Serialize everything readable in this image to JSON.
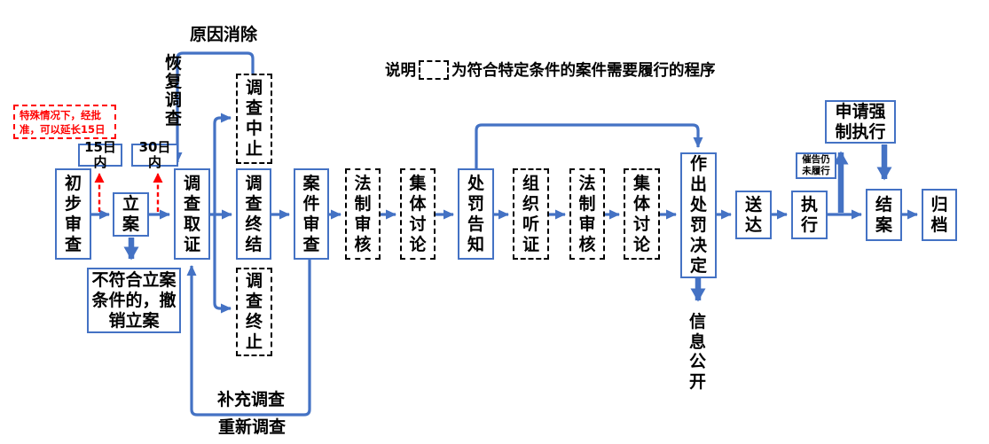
{
  "legend": {
    "label": "说明",
    "swatch": "dashed-box",
    "text": "为符合特定条件的案件需要履行的程序"
  },
  "flow": {
    "main": [
      {
        "id": "preliminary-review",
        "label": "初步审查",
        "conditional": false
      },
      {
        "id": "case-filing",
        "label": "立案",
        "conditional": false
      },
      {
        "id": "evidence-collection",
        "label": "调查取证",
        "conditional": false
      },
      {
        "id": "investigation-concluded",
        "label": "调查终结",
        "conditional": false
      },
      {
        "id": "case-review",
        "label": "案件审查",
        "conditional": false
      },
      {
        "id": "legal-review-1",
        "label": "法制审核",
        "conditional": true
      },
      {
        "id": "collective-discussion-1",
        "label": "集体讨论",
        "conditional": true
      },
      {
        "id": "penalty-notification",
        "label": "处罚告知",
        "conditional": false
      },
      {
        "id": "organize-hearing",
        "label": "组织听证",
        "conditional": true
      },
      {
        "id": "legal-review-2",
        "label": "法制审核",
        "conditional": true
      },
      {
        "id": "collective-discussion-2",
        "label": "集体讨论",
        "conditional": true
      },
      {
        "id": "penalty-decision",
        "label": "作出处罚决定",
        "conditional": false
      },
      {
        "id": "delivery",
        "label": "送达",
        "conditional": false
      },
      {
        "id": "execution",
        "label": "执行",
        "conditional": false
      },
      {
        "id": "case-closure",
        "label": "结案",
        "conditional": false
      },
      {
        "id": "archiving",
        "label": "归档",
        "conditional": false
      }
    ],
    "branches": [
      {
        "id": "investigation-suspended",
        "label": "调查中止",
        "conditional": true
      },
      {
        "id": "investigation-terminated",
        "label": "调查终止",
        "conditional": true
      },
      {
        "id": "revoke-filing",
        "label": "不符合立案条件的，撤销立案",
        "conditional": false
      },
      {
        "id": "apply-compulsory-execution",
        "label": "申请强制执行",
        "conditional": false
      }
    ]
  },
  "annotations": {
    "special_case_note": "特殊情况下，经批准，可以延长15日",
    "limit_15_days": "15日内",
    "limit_30_days": "30日内",
    "reason_eliminated": "原因消除",
    "resume_investigation": "恢复调查",
    "supplementary_investigation": "补充调查",
    "re_investigation": "重新调查",
    "information_disclosure": "信息公开",
    "urge_still_not_fulfilled": "催告仍未履行"
  },
  "colors": {
    "connector_blue": "#4472C4",
    "alert_red": "#FF0000",
    "conditional_border_black": "#000000"
  }
}
